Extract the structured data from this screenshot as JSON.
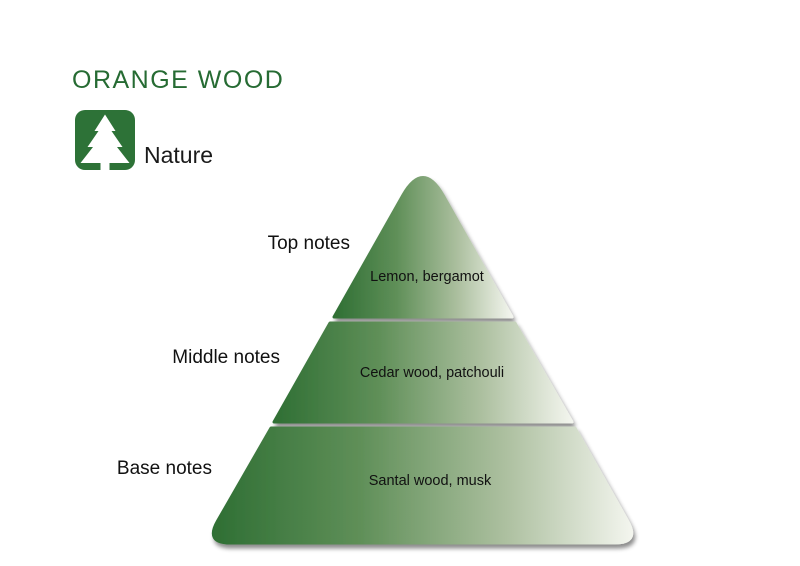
{
  "header": {
    "title": "ORANGE WOOD",
    "brand": {
      "icon": "pine-tree-icon",
      "label": "Nature"
    }
  },
  "pyramid": {
    "type": "fragrance-notes-pyramid",
    "levels": [
      {
        "label": "Top notes",
        "ingredients": "Lemon, bergamot"
      },
      {
        "label": "Middle notes",
        "ingredients": "Cedar wood, patchouli"
      },
      {
        "label": "Base notes",
        "ingredients": "Santal wood, musk"
      }
    ]
  },
  "colors": {
    "title_green": "#266b33",
    "icon_green": "#2d7237",
    "pyramid_gradient_start": "#2f6f34",
    "pyramid_gradient_mid": "#5f8f58",
    "pyramid_gradient_light": "#adc0a0",
    "pyramid_gradient_end": "#f3f5ee",
    "text_color": "#111111",
    "background": "#ffffff"
  }
}
